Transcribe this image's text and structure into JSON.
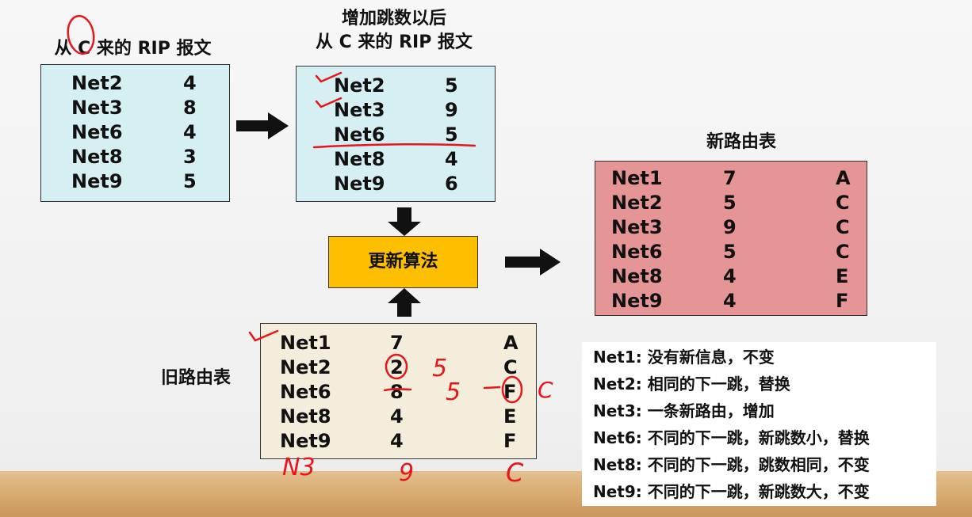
{
  "received": {
    "title": "从 C 来的 RIP 报文",
    "rows": [
      {
        "net": "Net2",
        "hops": "4"
      },
      {
        "net": "Net3",
        "hops": "8"
      },
      {
        "net": "Net6",
        "hops": "4"
      },
      {
        "net": "Net8",
        "hops": "3"
      },
      {
        "net": "Net9",
        "hops": "5"
      }
    ]
  },
  "incremented": {
    "title_line1": "增加跳数以后",
    "title_line2": "从 C 来的 RIP 报文",
    "rows": [
      {
        "net": "Net2",
        "hops": "5"
      },
      {
        "net": "Net3",
        "hops": "9"
      },
      {
        "net": "Net6",
        "hops": "5"
      },
      {
        "net": "Net8",
        "hops": "4"
      },
      {
        "net": "Net9",
        "hops": "6"
      }
    ]
  },
  "algorithm": {
    "label": "更新算法"
  },
  "new_table": {
    "title": "新路由表",
    "rows": [
      {
        "net": "Net1",
        "hops": "7",
        "next": "A"
      },
      {
        "net": "Net2",
        "hops": "5",
        "next": "C"
      },
      {
        "net": "Net3",
        "hops": "9",
        "next": "C"
      },
      {
        "net": "Net6",
        "hops": "5",
        "next": "C"
      },
      {
        "net": "Net8",
        "hops": "4",
        "next": "E"
      },
      {
        "net": "Net9",
        "hops": "4",
        "next": "F"
      }
    ]
  },
  "old_table": {
    "title": "旧路由表",
    "rows": [
      {
        "net": "Net1",
        "hops": "7",
        "next": "A"
      },
      {
        "net": "Net2",
        "hops": "2",
        "next": "C"
      },
      {
        "net": "Net6",
        "hops": "8",
        "next": "F"
      },
      {
        "net": "Net8",
        "hops": "4",
        "next": "E"
      },
      {
        "net": "Net9",
        "hops": "4",
        "next": "F"
      }
    ]
  },
  "notes": [
    "Net1: 没有新信息，不变",
    "Net2: 相同的下一跳，替换",
    "Net3: 一条新路由，增加",
    "Net6: 不同的下一跳，新跳数小，替换",
    "Net8: 不同的下一跳，跳数相同，不变",
    "Net9: 不同的下一跳，新跳数大，不变"
  ],
  "handwriting": {
    "old_net2_new": "5",
    "old_net6_new": "5",
    "old_net6_next_new": "C",
    "added_net": "N3",
    "added_hops": "9",
    "added_next": "C"
  },
  "colors": {
    "received_bg": "#d6eff3",
    "new_table_bg": "#e59595",
    "old_table_bg": "#f5eddb",
    "algorithm_bg": "#fdbf00",
    "ink": "#e8161b"
  }
}
